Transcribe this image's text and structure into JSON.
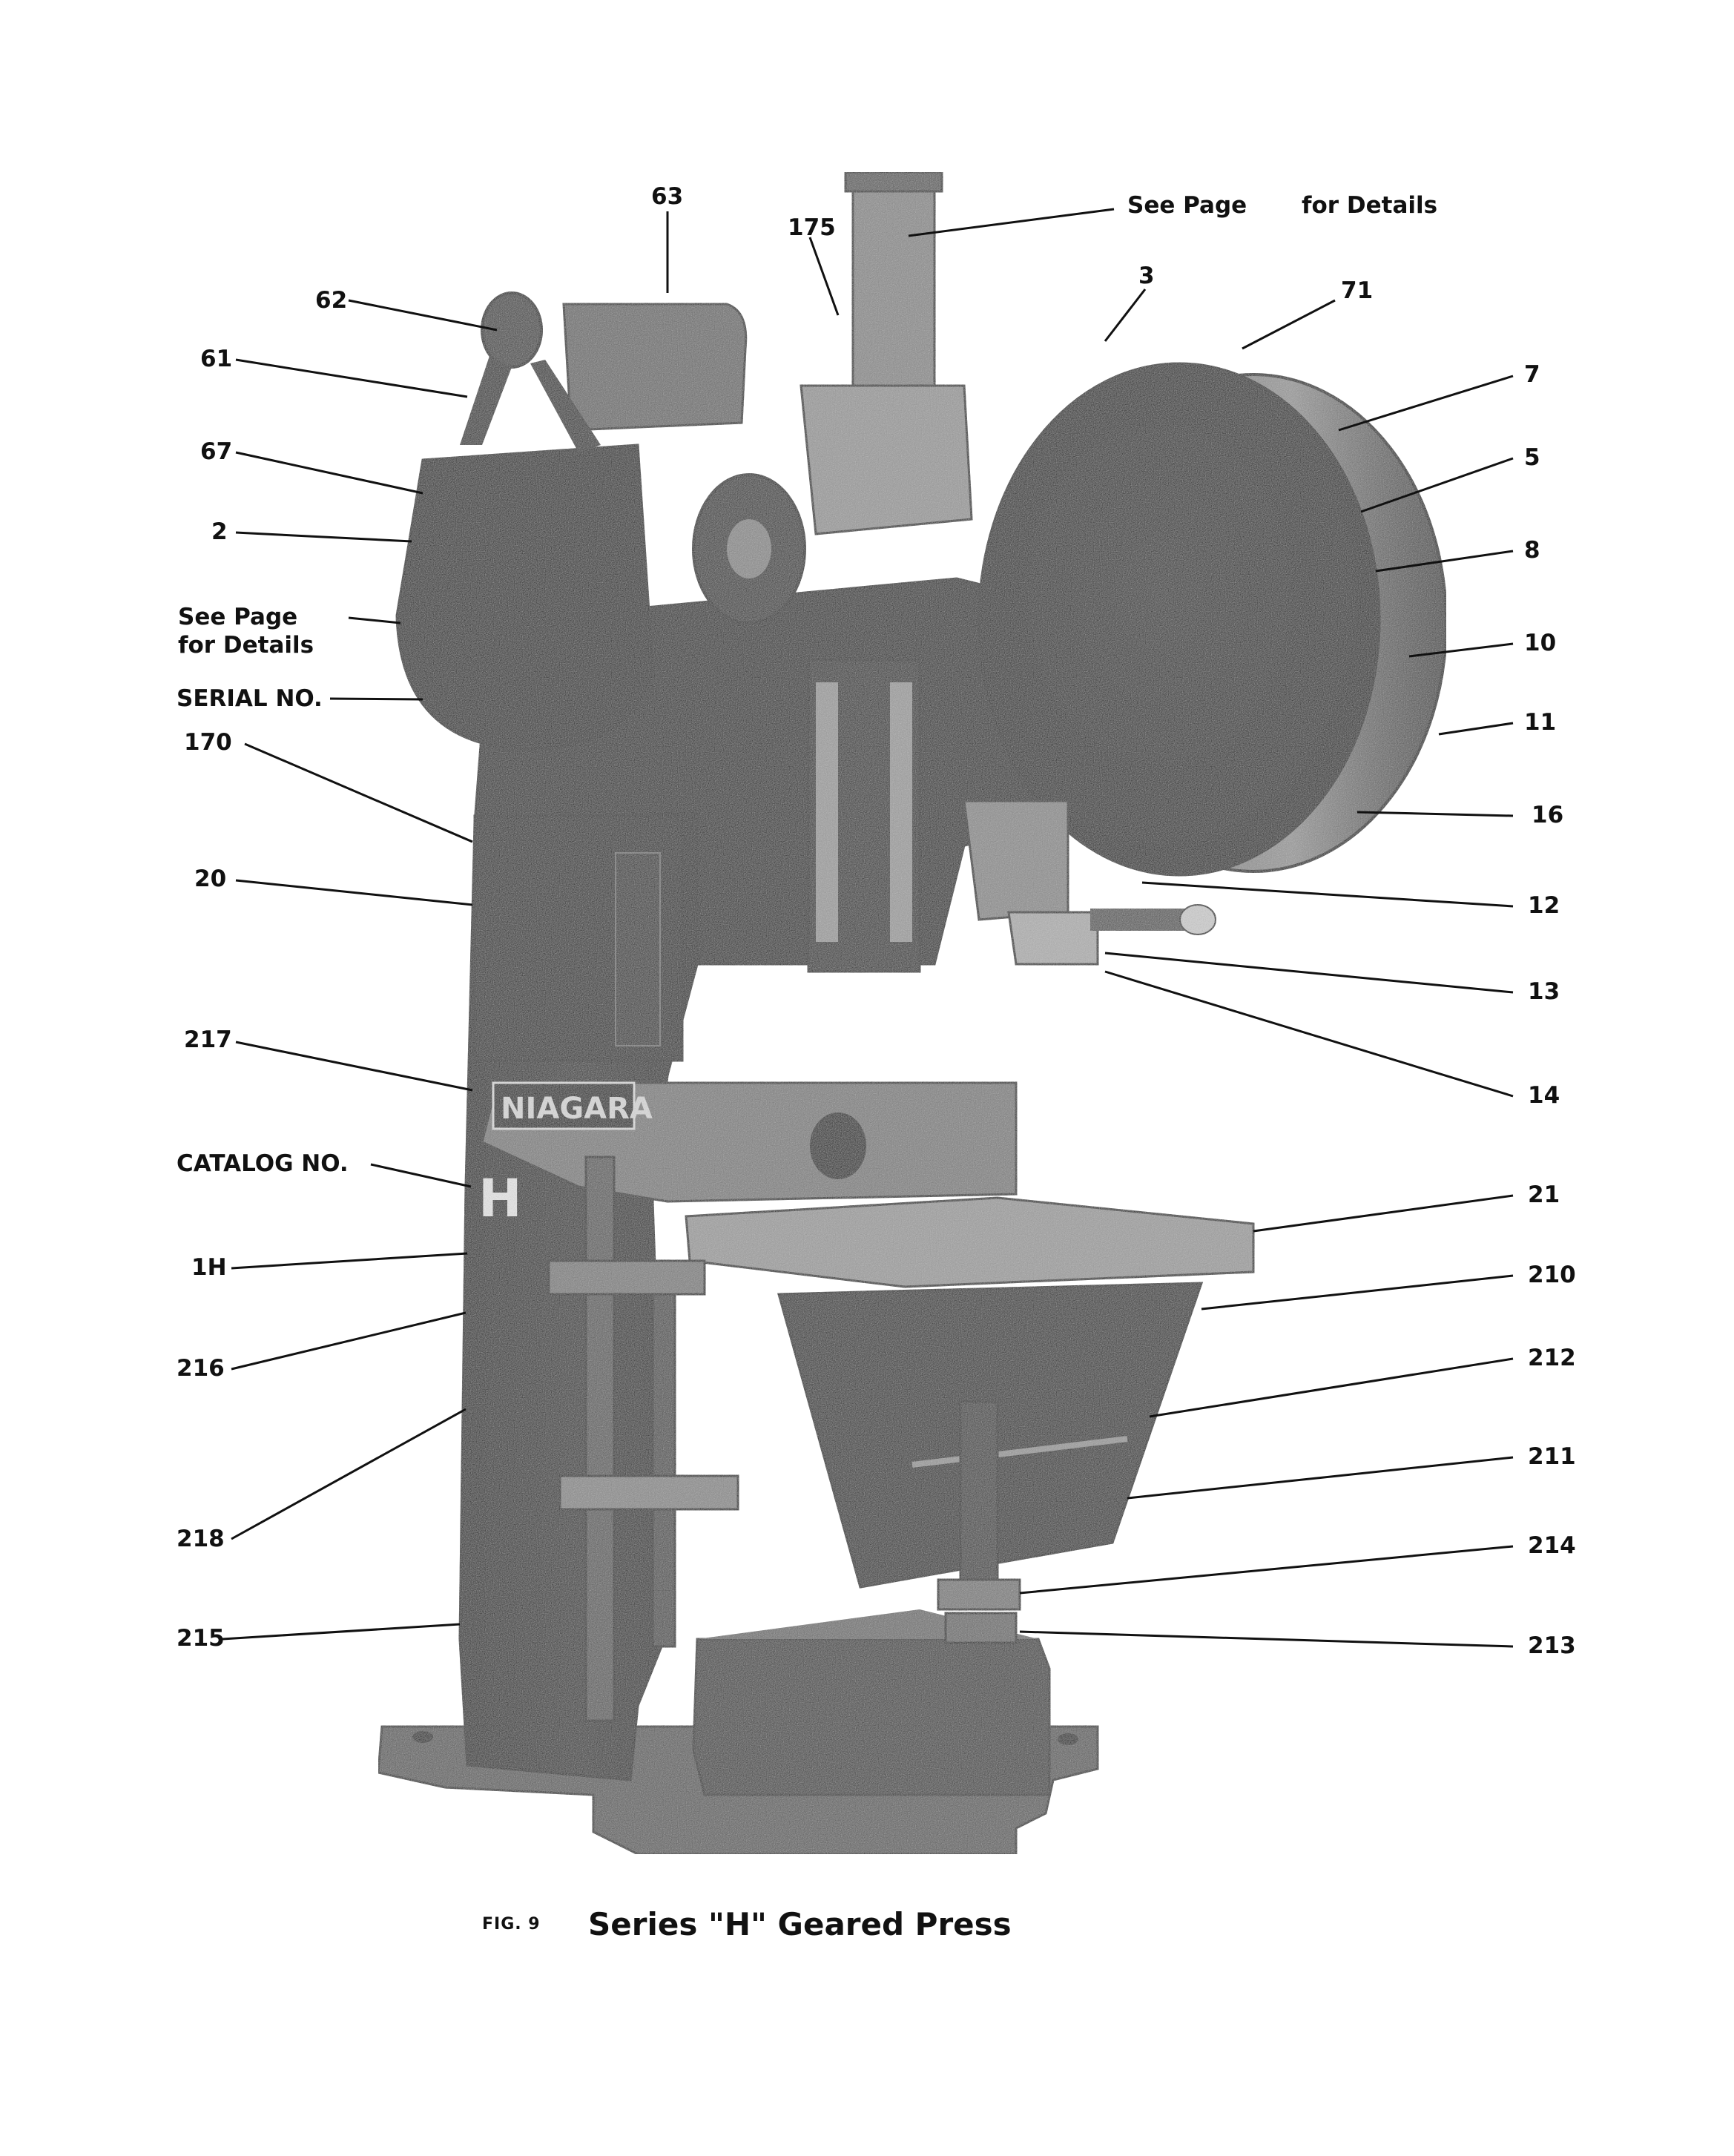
{
  "caption": {
    "fig_number": "FIG. 9",
    "title": "Series \"H\" Geared Press"
  },
  "labels": {
    "l63": "63",
    "l175": "175",
    "see_page_top": "See Page",
    "for_details_top": "for Details",
    "l3": "3",
    "l71": "71",
    "l62": "62",
    "l61": "61",
    "l67": "67",
    "l2": "2",
    "see_page_left": "See Page",
    "for_details_left": "for Details",
    "serial_no": "SERIAL NO.",
    "l170": "170",
    "l20": "20",
    "l217": "217",
    "catalog_no": "CATALOG NO.",
    "l1h": "1H",
    "l216": "216",
    "l218": "218",
    "l215": "215",
    "l7": "7",
    "l5": "5",
    "l8": "8",
    "l10": "10",
    "l11": "11",
    "l16": "16",
    "l12": "12",
    "l13": "13",
    "l14": "14",
    "l21": "21",
    "l210": "210",
    "l212": "212",
    "l211": "211",
    "l214": "214",
    "l213": "213"
  },
  "nameplate": {
    "brand": "NIAGARA",
    "series_letter": "H"
  },
  "colors": {
    "ink": "#111111",
    "machine_dark": "#1c1c1c",
    "machine_mid": "#4a4a4a",
    "machine_light": "#8c8c8c",
    "paper": "#ffffff"
  }
}
